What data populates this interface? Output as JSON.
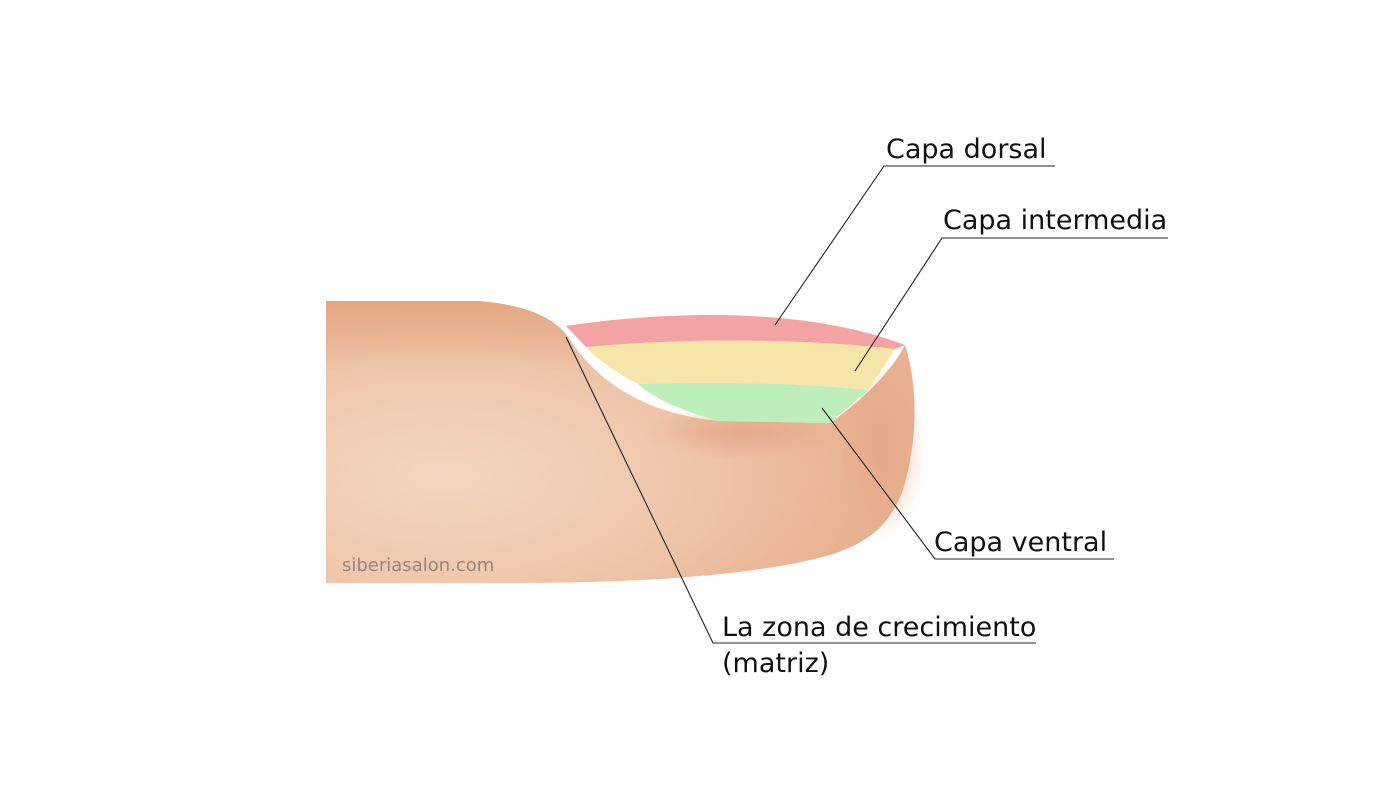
{
  "diagram": {
    "labels": {
      "dorsal": "Capa dorsal",
      "intermediate": "Capa intermedia",
      "ventral": "Capa ventral",
      "matrix_line1": "La zona de crecimiento",
      "matrix_line2": "(matriz)"
    },
    "watermark": "siberiasalon.com",
    "colors": {
      "skin_light": "#f2d2bc",
      "skin_mid": "#ebb995",
      "skin_dark": "#e3a887",
      "dorsal_layer": "#f4a3a3",
      "intermediate_layer": "#f6e5a8",
      "ventral_layer": "#bdeebc",
      "line": "#222222"
    }
  }
}
